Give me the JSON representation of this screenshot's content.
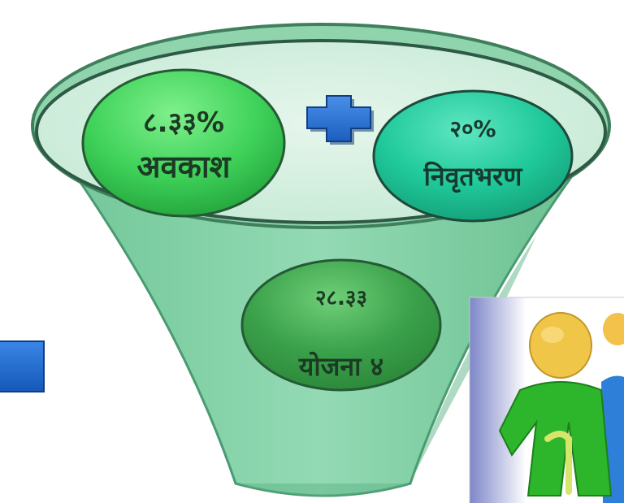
{
  "diagram": {
    "left_circle": {
      "value": "८.३३%",
      "label": "अवकाश",
      "color": "#3fd25a"
    },
    "plus_symbol": {
      "icon": "plus-icon",
      "color": "#1f6fd6"
    },
    "right_circle": {
      "value": "२०%",
      "label": "निवृतभरण",
      "color": "#1fc99a"
    },
    "result_circle": {
      "value": "२८.३३",
      "label": "योजना ४",
      "color": "#3aa04a"
    },
    "left_square": {
      "icon": "blue-square",
      "color": "#1f6fd6"
    },
    "elderly_icon": {
      "icon": "elderly-people-icon",
      "color": "#2db52b"
    },
    "funnel_color": "#7ecfa6"
  }
}
